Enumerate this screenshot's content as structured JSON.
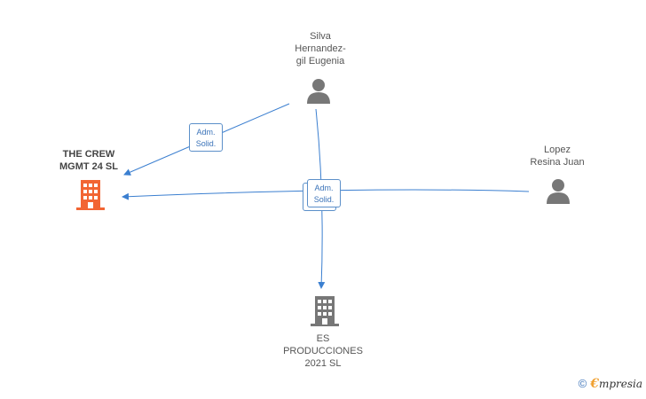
{
  "nodes": {
    "silva": {
      "name_lines": [
        "Silva",
        "Hernandez-",
        "gil Eugenia"
      ]
    },
    "the_crew": {
      "name_lines": [
        "THE CREW",
        "MGMT 24  SL"
      ]
    },
    "lopez": {
      "name_lines": [
        "Lopez",
        "Resina Juan"
      ]
    },
    "es_producciones": {
      "name_lines": [
        "ES",
        "PRODUCCIONES",
        "2021  SL"
      ]
    }
  },
  "edges": [
    {
      "label_lines": [
        "Adm.",
        "Solid."
      ],
      "from": "silva",
      "to": "the_crew"
    },
    {
      "label_lines": [
        "Adm.",
        "Solid."
      ],
      "from": "silva",
      "to": "es_producciones"
    },
    {
      "label_lines": [
        "Adm.",
        "Solid."
      ],
      "from": "lopez",
      "to": "the_crew"
    }
  ],
  "colors": {
    "edge": "#3b7fd0",
    "person_icon": "#777777",
    "company_highlight": "#f26533",
    "company_default": "#777777"
  },
  "watermark": {
    "copyright": "©",
    "brand_initial": "€",
    "brand_rest": "mpresia"
  }
}
